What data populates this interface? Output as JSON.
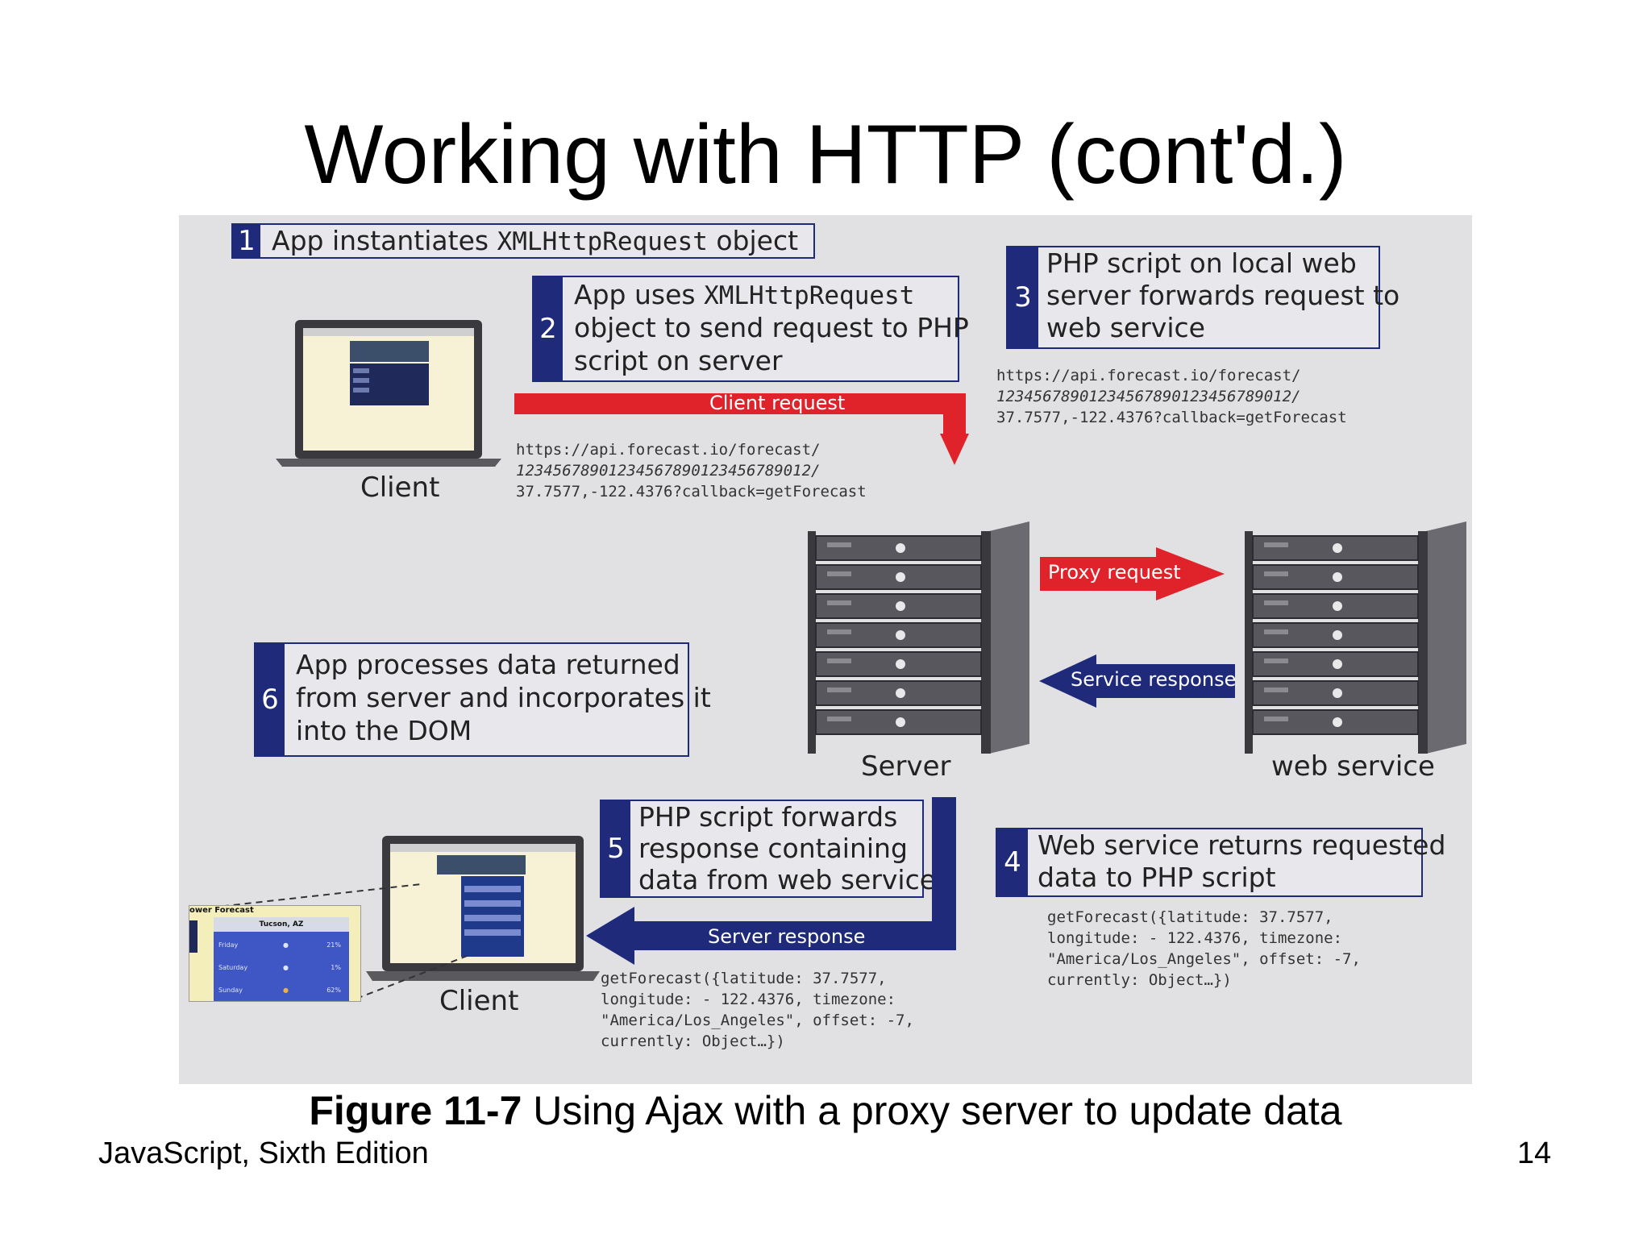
{
  "title": "Working with HTTP (cont'd.)",
  "steps": {
    "s1": {
      "number": "1",
      "text_before": "App instantiates ",
      "code": "XMLHttpRequest",
      "text_after": " object"
    },
    "s2": {
      "number": "2",
      "line1_before": "App uses ",
      "line1_code": "XMLHttpRequest",
      "line2": "object to send request to PHP",
      "line3": "script on server"
    },
    "s3": {
      "number": "3",
      "line1": "PHP script on local web",
      "line2": "server forwards request to",
      "line3": "web service"
    },
    "s4": {
      "number": "4",
      "line1": "Web service returns requested",
      "line2": "data to PHP script"
    },
    "s5": {
      "number": "5",
      "line1": "PHP script forwards",
      "line2": "response containing",
      "line3": "data from web service"
    },
    "s6": {
      "number": "6",
      "line1": "App processes data returned",
      "line2": "from server and incorporates it",
      "line3": "into the DOM"
    }
  },
  "arrows": {
    "client_request": "Client request",
    "proxy_request": "Proxy request",
    "service_response": "Service response",
    "server_response": "Server response"
  },
  "urls": {
    "client_url": {
      "l1": "https://api.forecast.io/forecast/",
      "l2": "12345678901234567890123456789012/",
      "l3": "37.7577,-122.4376?callback=getForecast"
    },
    "proxy_url": {
      "l1": "https://api.forecast.io/forecast/",
      "l2": "12345678901234567890123456789012/",
      "l3": "37.7577,-122.4376?callback=getForecast"
    }
  },
  "responses": {
    "service_data": {
      "l1": "getForecast({latitude: 37.7577,",
      "l2": "longitude: - 122.4376, timezone:",
      "l3": "\"America/Los_Angeles\", offset: -7,",
      "l4": "currently: Object…})"
    },
    "server_data": {
      "l1": "getForecast({latitude: 37.7577,",
      "l2": "longitude: - 122.4376, timezone:",
      "l3": "\"America/Los_Angeles\", offset: -7,",
      "l4": "currently: Object…})"
    }
  },
  "labels": {
    "client_top": "Client",
    "client_bottom": "Client",
    "server": "Server",
    "web_service": "web service"
  },
  "inset": {
    "header": "ower Forecast",
    "location": "Tucson, AZ",
    "rows": [
      {
        "day": "Friday",
        "pct": "21%"
      },
      {
        "day": "Saturday",
        "pct": "1%"
      },
      {
        "day": "Sunday",
        "pct": "62%"
      }
    ]
  },
  "caption": {
    "bold": "Figure 11-7",
    "text": " Using Ajax with a proxy server to update data"
  },
  "footer": {
    "left": "JavaScript, Sixth Edition",
    "page": "14"
  },
  "colors": {
    "navy": "#1f2a7a",
    "red": "#e0232b",
    "figure_bg": "#e1e1e3"
  }
}
